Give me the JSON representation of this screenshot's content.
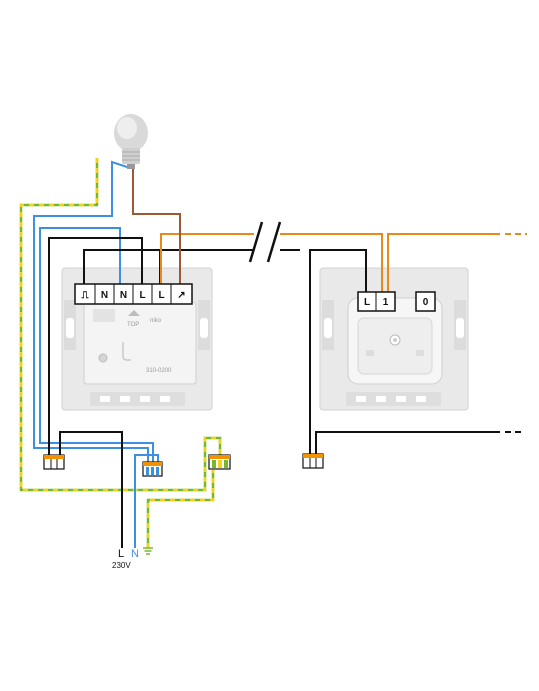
{
  "dimmer": {
    "terminals": [
      "⎍",
      "N",
      "N",
      "L",
      "L",
      "↗"
    ],
    "brand": "niko",
    "label_top": "TOP",
    "model": "310-0200"
  },
  "pushbutton": {
    "terminals": [
      "L",
      "1",
      "0"
    ]
  },
  "supply": {
    "l": "L",
    "n": "N",
    "voltage": "230V",
    "earth_icon": "earth-ground-icon"
  },
  "colors": {
    "phase": "#111111",
    "neutral": "#3d8fe0",
    "earth_green": "#76b82a",
    "earth_yellow": "#f2d31b",
    "switched": "#e8891c",
    "lamp_wire": "#9a5a33",
    "connector_orange": "#f39200",
    "plate": "#e6e6e6"
  },
  "icons": [
    "bulb-icon",
    "break-mark-icon",
    "earth-ground-icon"
  ]
}
